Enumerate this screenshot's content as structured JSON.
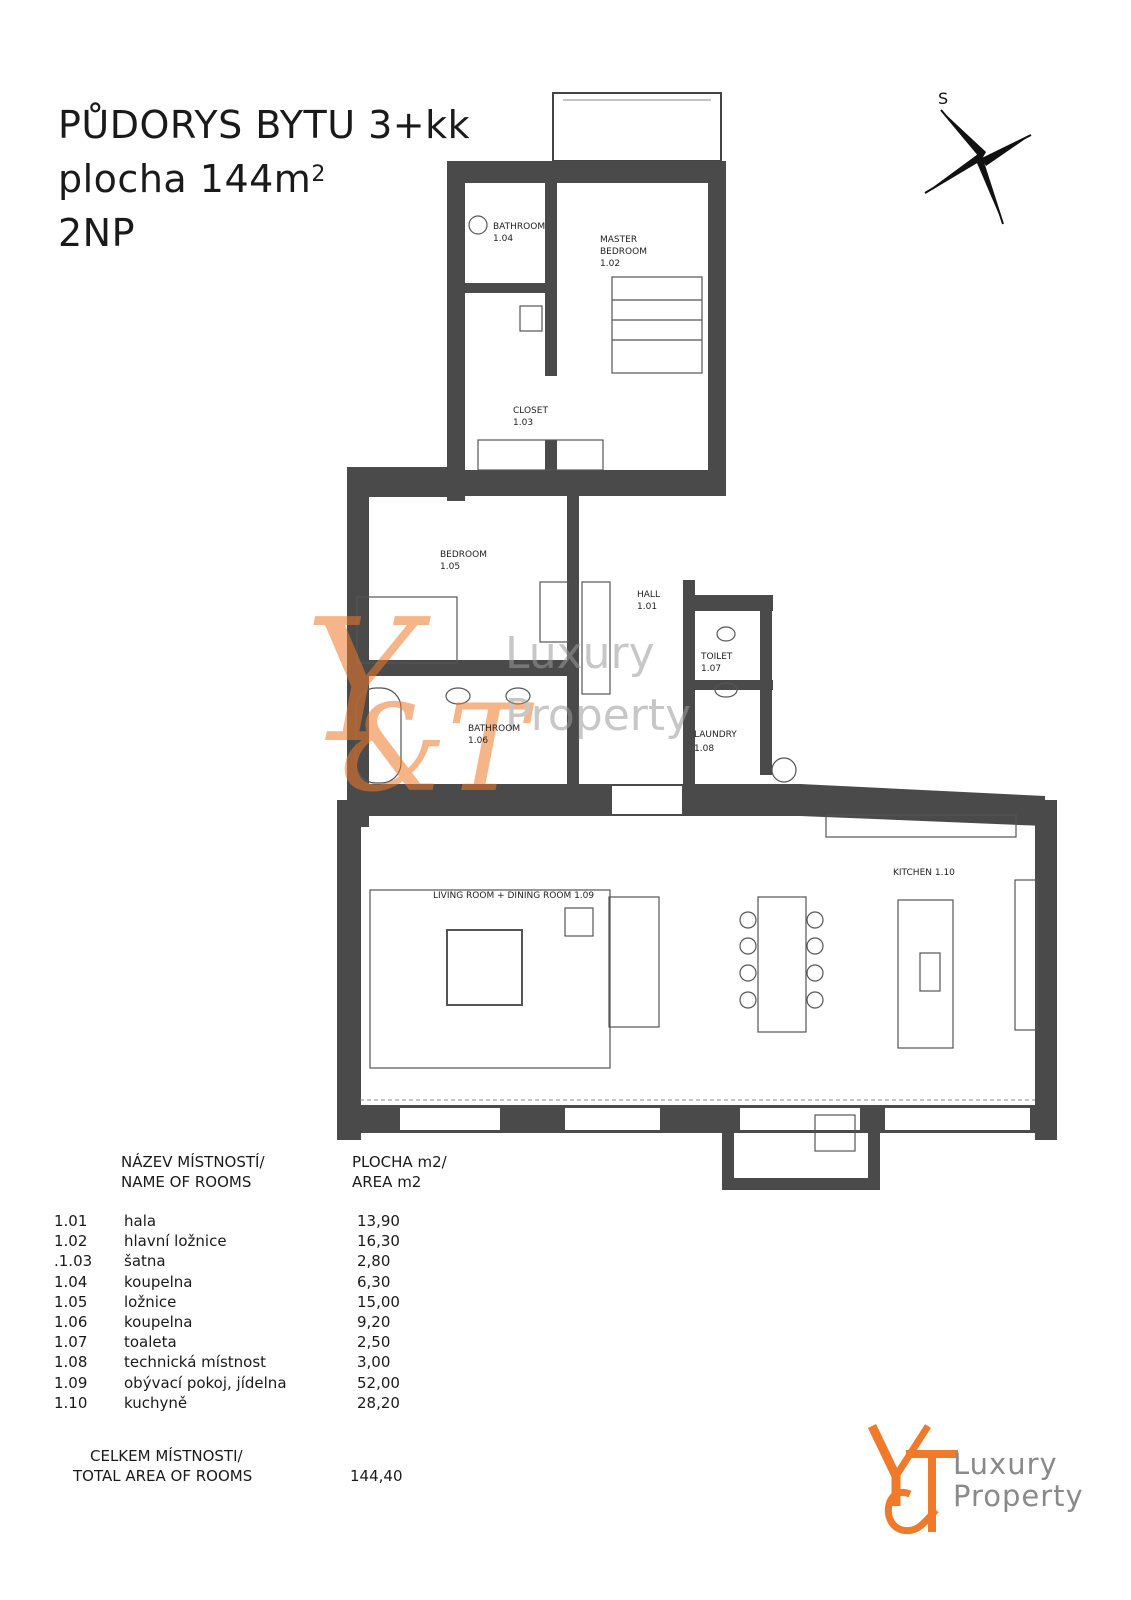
{
  "title": {
    "line1": "PŮDORYS BYTU 3+kk",
    "line2_prefix": "plocha 144m",
    "line2_sup": "2",
    "line3": "2NP"
  },
  "compass": {
    "label": "S"
  },
  "plan_labels": {
    "bathroom_104": "BATHROOM",
    "bathroom_104_code": "1.04",
    "master": "MASTER",
    "bedroom_102": "BEDROOM",
    "bedroom_102_code": "1.02",
    "closet": "CLOSET",
    "closet_code": "1.03",
    "bedroom_105": "BEDROOM",
    "bedroom_105_code": "1.05",
    "hall": "HALL",
    "hall_code": "1.01",
    "toilet": "TOILET",
    "toilet_code": "1.07",
    "bathroom_106": "BATHROOM",
    "bathroom_106_code": "1.06",
    "laundry": "LAUNDRY",
    "laundry_code": "1.08",
    "kitchen": "KITCHEN 1.10",
    "living": "LIVING ROOM + DINING ROOM 1.09"
  },
  "table": {
    "header_name_cz": "NÁZEV MÍSTNOSTÍ/",
    "header_name_en": "NAME OF ROOMS",
    "header_area_cz": "PLOCHA m2/",
    "header_area_en": "AREA m2",
    "rows": [
      {
        "code": "1.01",
        "name": "hala",
        "area": "13,90"
      },
      {
        "code": "1.02",
        "name": "hlavní ložnice",
        "area": "16,30"
      },
      {
        "code": ".1.03",
        "name": "šatna",
        "area": "2,80"
      },
      {
        "code": "1.04",
        "name": "koupelna",
        "area": "6,30"
      },
      {
        "code": "1.05",
        "name": "ložnice",
        "area": "15,00"
      },
      {
        "code": "1.06",
        "name": "koupelna",
        "area": "9,20"
      },
      {
        "code": "1.07",
        "name": "toaleta",
        "area": "2,50"
      },
      {
        "code": "1.08",
        "name": "technická místnost",
        "area": "3,00"
      },
      {
        "code": "1.09",
        "name": "obývací pokoj, jídelna",
        "area": "52,00"
      },
      {
        "code": "1.10",
        "name": "kuchyně",
        "area": "28,20"
      }
    ],
    "total_label_cz": "CELKEM MÍSTNOSTI/",
    "total_label_en": "TOTAL AREA OF ROOMS",
    "total_value": "144,40"
  },
  "logo": {
    "mark": "Y&T",
    "line1": "Luxury",
    "line2": "Property"
  },
  "colors": {
    "wall": "#4a4a4a",
    "logo_orange": "#f07a2a",
    "logo_grey": "#8a8a8a"
  }
}
